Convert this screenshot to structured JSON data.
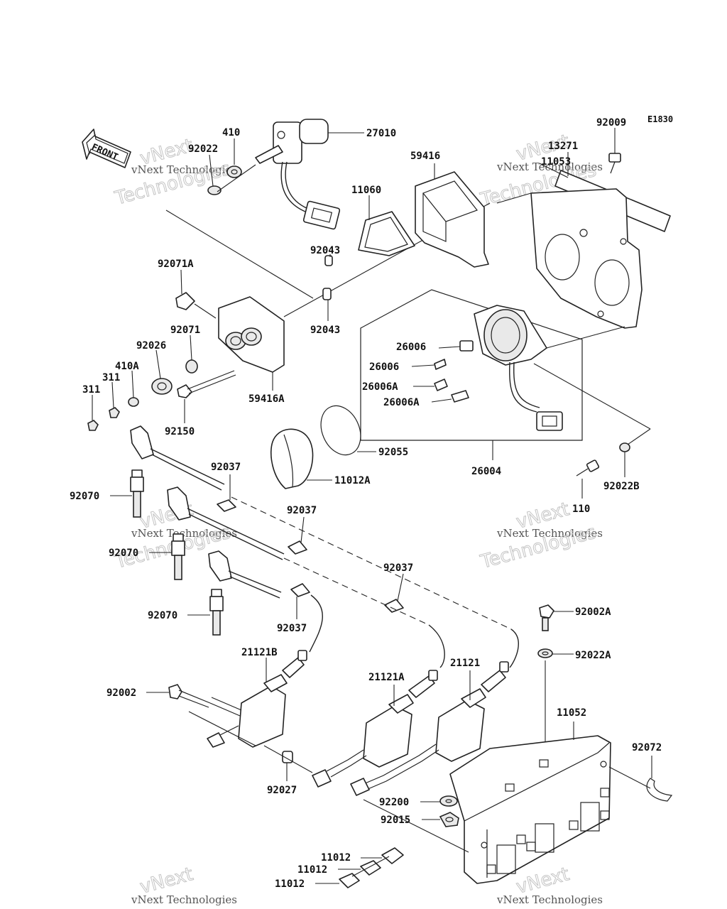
{
  "diagram_code": "E1830",
  "front_label": "FRONT",
  "watermark": {
    "line1": "vNext Technologies",
    "line2": "vNext",
    "line3": "Technologies"
  },
  "parts": {
    "p27010": "27010",
    "p410": "410",
    "p92022": "92022",
    "p59416": "59416",
    "p11060": "11060",
    "p92009": "92009",
    "p13271": "13271",
    "p11053": "11053",
    "p92043a": "92043",
    "p92043b": "92043",
    "p92071A": "92071A",
    "p92071": "92071",
    "p92026": "92026",
    "p410A": "410A",
    "p311a": "311",
    "p311b": "311",
    "p59416A": "59416A",
    "p92150": "92150",
    "p26006": "26006",
    "p26006b": "26006",
    "p26006A": "26006A",
    "p26006Ab": "26006A",
    "p92055": "92055",
    "p26004": "26004",
    "p11012A": "11012A",
    "p92037a": "92037",
    "p92037b": "92037",
    "p92037c": "92037",
    "p92037d": "92037",
    "p92070a": "92070",
    "p92070b": "92070",
    "p92070c": "92070",
    "p110": "110",
    "p92022B": "92022B",
    "p92002A": "92002A",
    "p92022A": "92022A",
    "p21121B": "21121B",
    "p21121A": "21121A",
    "p21121": "21121",
    "p92002": "92002",
    "p11052": "11052",
    "p92072": "92072",
    "p92027": "92027",
    "p92200": "92200",
    "p92015": "92015",
    "p11012a": "11012",
    "p11012b": "11012",
    "p11012c": "11012"
  }
}
